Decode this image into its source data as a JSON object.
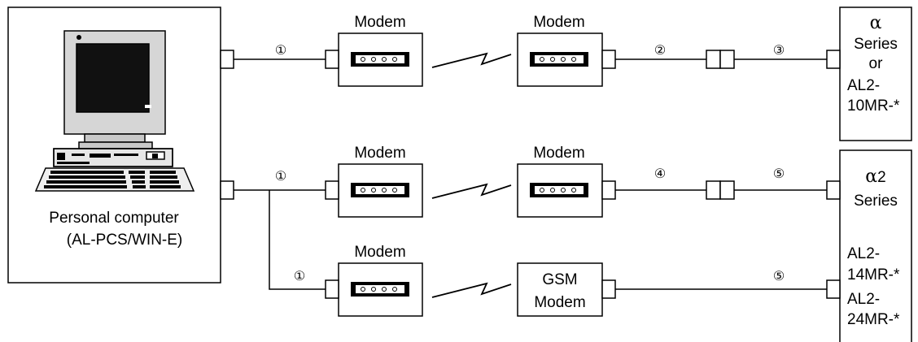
{
  "computer": {
    "label_line1": "Personal computer",
    "label_line2": "(AL-PCS/WIN-E)"
  },
  "modems": {
    "row1_left": "Modem",
    "row1_right": "Modem",
    "row2_left": "Modem",
    "row2_right": "Modem",
    "row3_left": "Modem",
    "row3_right_line1": "GSM",
    "row3_right_line2": "Modem"
  },
  "cables": {
    "row1_pc": "①",
    "row1_out": "②",
    "row1_end": "③",
    "row2_pc": "①",
    "row2_out": "④",
    "row2_end": "⑤",
    "row3_pc": "①",
    "row3_end": "⑤"
  },
  "device_top": {
    "symbol": "α",
    "line1": "Series",
    "line2": "or",
    "line3": "AL2-",
    "line4": "10MR-*"
  },
  "device_bottom": {
    "symbol": "α",
    "suffix": "2",
    "line1": "Series",
    "line2": "AL2-",
    "line3": "14MR-*",
    "line4": "AL2-",
    "line5": "24MR-*"
  }
}
